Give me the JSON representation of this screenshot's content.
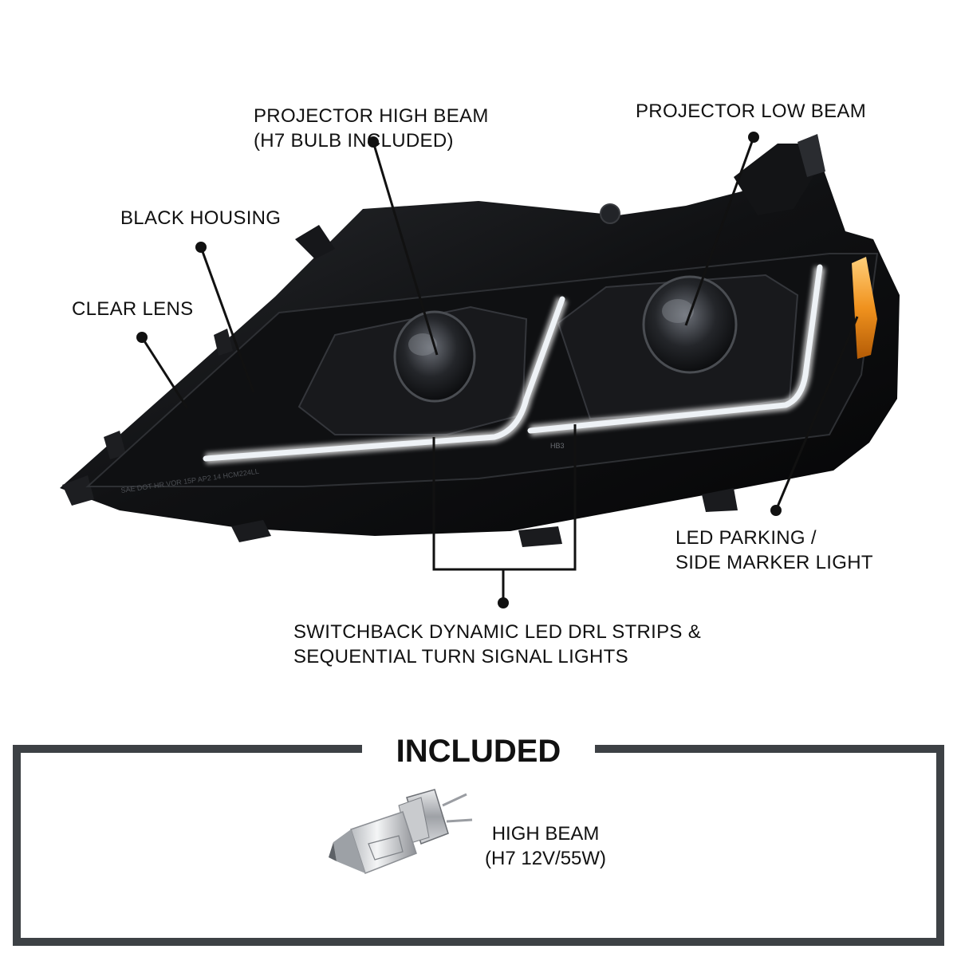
{
  "callouts": {
    "high_beam": [
      "PROJECTOR HIGH BEAM",
      "(H7 BULB INCLUDED)"
    ],
    "low_beam": [
      "PROJECTOR LOW BEAM"
    ],
    "housing": [
      "BLACK HOUSING"
    ],
    "lens": [
      "CLEAR LENS"
    ],
    "parking": [
      "LED PARKING /",
      "SIDE MARKER LIGHT"
    ],
    "drl": [
      "SWITCHBACK DYNAMIC LED DRL STRIPS &",
      "SEQUENTIAL TURN SIGNAL LIGHTS"
    ]
  },
  "lens_markings": {
    "dot_code": "SAE DOT HR VOR 15P AP2 14 HCM224LL",
    "hb3_code": "HB3"
  },
  "included": {
    "title": "INCLUDED",
    "item": [
      "HIGH BEAM",
      "(H7 12V/55W)"
    ]
  },
  "colors": {
    "housing": "#0b0b0c",
    "drl": "#eef2f6",
    "amber": "#f0921e",
    "frame": "#3d4145"
  }
}
